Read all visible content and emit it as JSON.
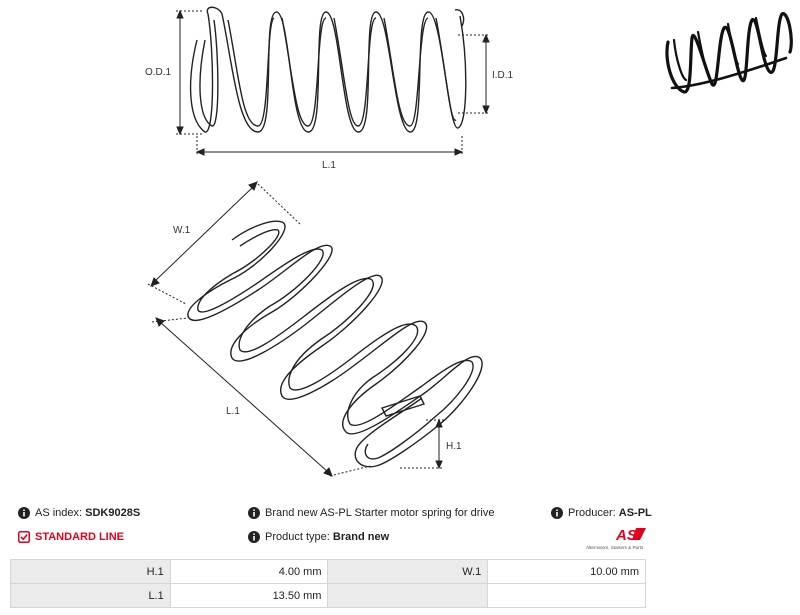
{
  "diagram": {
    "top_labels": {
      "od": "O.D.1",
      "id": "I.D.1",
      "length": "L.1"
    },
    "bottom_labels": {
      "width": "W.1",
      "length": "L.1",
      "height": "H.1"
    }
  },
  "info": {
    "as_index_label": "AS index:",
    "as_index_value": "SDK9028S",
    "line_label": "STANDARD LINE",
    "description": "Brand new AS-PL Starter motor spring for drive",
    "product_type_label": "Product type:",
    "product_type_value": "Brand new",
    "producer_label": "Producer:",
    "producer_value": "AS-PL"
  },
  "logo": {
    "text": "AS",
    "tagline": "Alternators, Starters & Parts",
    "color": "#e3001b"
  },
  "specs": [
    {
      "label1": "H.1",
      "value1": "4.00 mm",
      "label2": "W.1",
      "value2": "10.00 mm"
    },
    {
      "label1": "L.1",
      "value1": "13.50 mm",
      "label2": "",
      "value2": ""
    }
  ]
}
